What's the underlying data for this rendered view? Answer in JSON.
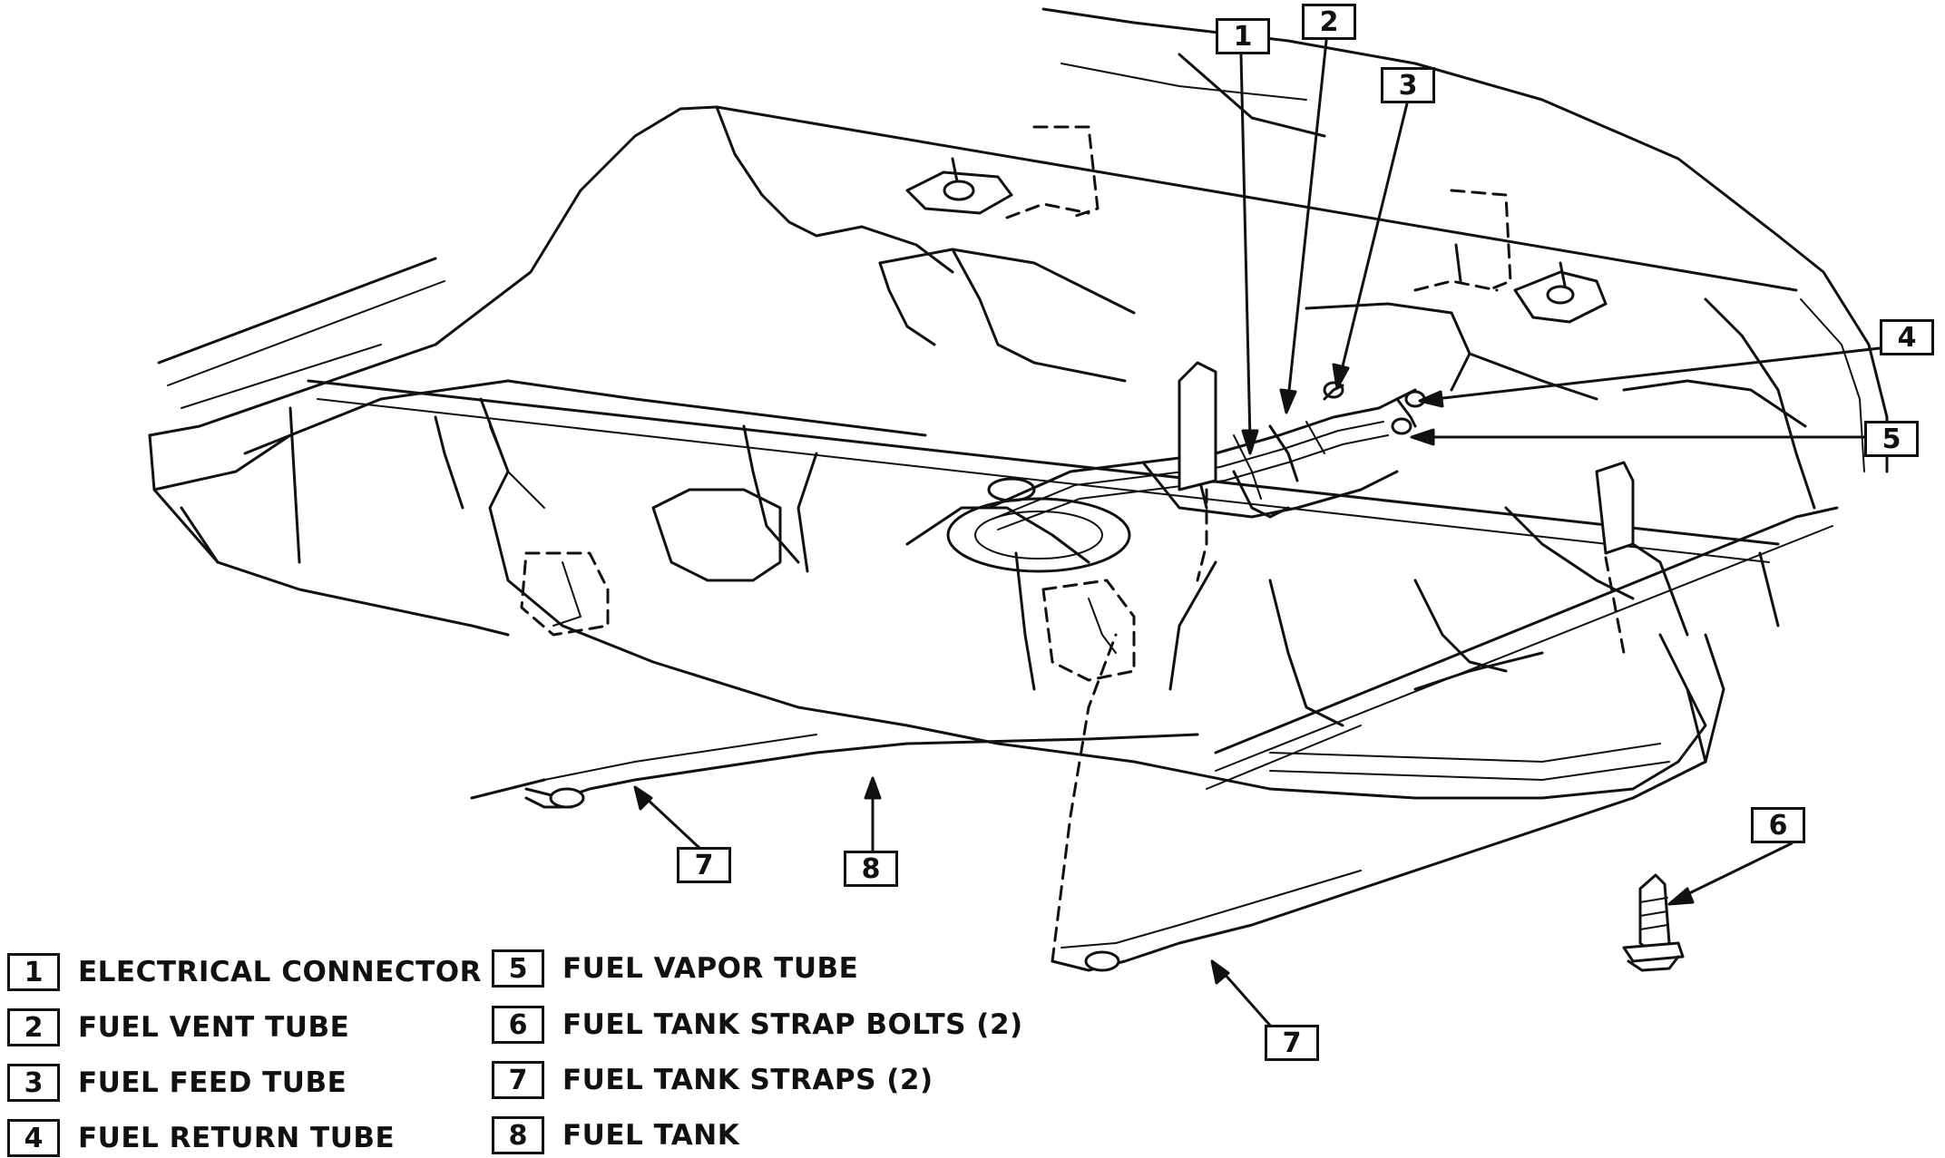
{
  "callouts": {
    "c1": "1",
    "c2": "2",
    "c3": "3",
    "c4": "4",
    "c5": "5",
    "c6": "6",
    "c7a": "7",
    "c7b": "7",
    "c8": "8"
  },
  "legend": [
    {
      "num": "1",
      "label": "ELECTRICAL CONNECTOR"
    },
    {
      "num": "2",
      "label": "FUEL VENT TUBE"
    },
    {
      "num": "3",
      "label": "FUEL FEED TUBE"
    },
    {
      "num": "4",
      "label": "FUEL RETURN TUBE"
    },
    {
      "num": "5",
      "label": "FUEL VAPOR TUBE"
    },
    {
      "num": "6",
      "label": "FUEL TANK STRAP BOLTS (2)"
    },
    {
      "num": "7",
      "label": "FUEL TANK STRAPS (2)"
    },
    {
      "num": "8",
      "label": "FUEL TANK"
    }
  ]
}
